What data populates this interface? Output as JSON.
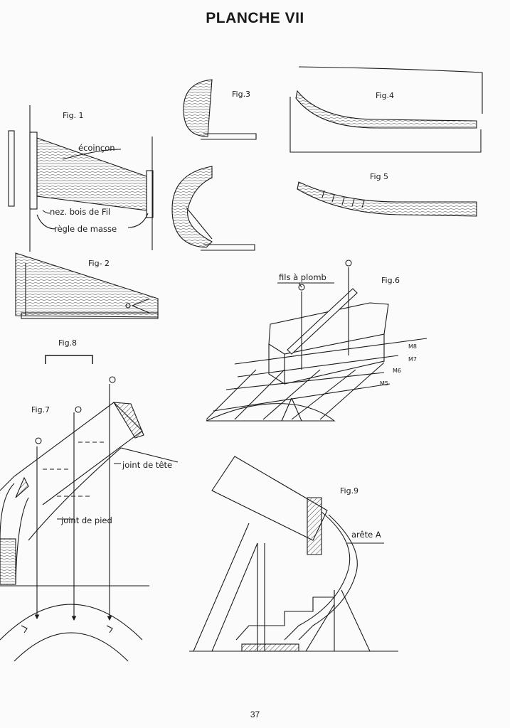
{
  "page": {
    "title": "PLANCHE VII",
    "number": "37"
  },
  "figures": {
    "fig1": {
      "label": "Fig. 1",
      "annotations": [
        "écoinçon",
        "nez. bois de Fil",
        "règle de masse"
      ]
    },
    "fig2": {
      "label": "Fig- 2"
    },
    "fig3": {
      "label": "Fig.3"
    },
    "fig4": {
      "label": "Fig.4"
    },
    "fig5": {
      "label": "Fig 5"
    },
    "fig6": {
      "label": "Fig.6",
      "annotations": [
        "fils à plomb"
      ],
      "levels": [
        "M8",
        "M7",
        "M6",
        "M5"
      ]
    },
    "fig7": {
      "label": "Fig.7",
      "annotations": [
        "joint de tête",
        "joint de pied"
      ]
    },
    "fig8": {
      "label": "Fig.8"
    },
    "fig9": {
      "label": "Fig.9",
      "annotations": [
        "arête A"
      ]
    }
  },
  "colors": {
    "ink": "#1a1a1a",
    "paper": "#fbfbfb"
  }
}
